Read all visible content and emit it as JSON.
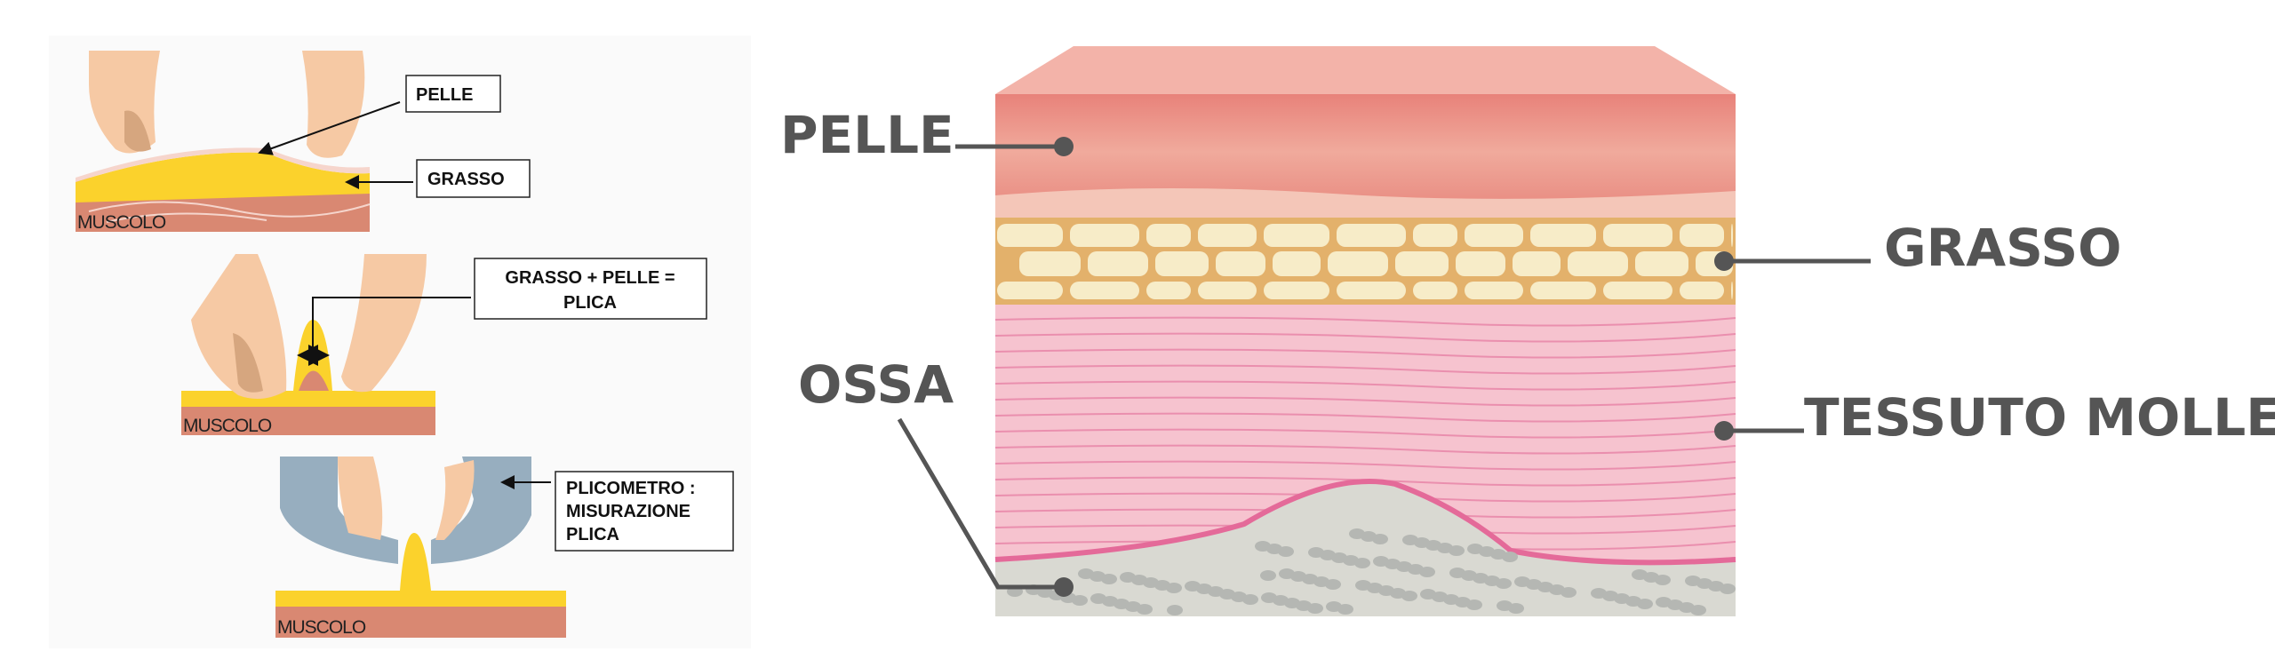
{
  "left_panel": {
    "step1": {
      "pelle_label": "PELLE",
      "grasso_label": "GRASSO",
      "muscle_label": "MUSCOLO"
    },
    "step2": {
      "plica_label_line1": "GRASSO + PELLE =",
      "plica_label_line2": "PLICA",
      "muscle_label": "MUSCOLO"
    },
    "step3": {
      "caliper_label_line1": "PLICOMETRO :",
      "caliper_label_line2": "MISURAZIONE",
      "caliper_label_line3": "PLICA",
      "muscle_label": "MUSCOLO"
    }
  },
  "right_panel": {
    "labels": {
      "pelle": "PELLE",
      "grasso": "GRASSO",
      "tessuto": "TESSUTO MOLLE",
      "ossa": "OSSA"
    }
  },
  "colors": {
    "skin": "#eea79c",
    "fat": "#f5dfa8",
    "muscle": "#f6c3cf",
    "bone": "#d9d9d2",
    "label": "#555555",
    "fat_yellow": "#fbd22c",
    "caliper": "#97aebf"
  }
}
